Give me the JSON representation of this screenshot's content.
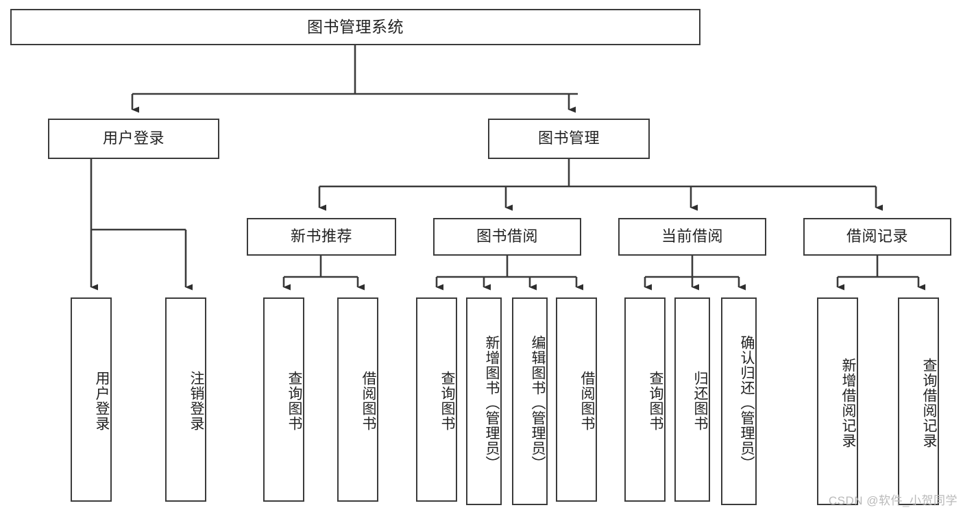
{
  "diagram": {
    "type": "hierarchy-tree",
    "title": "图书管理系统",
    "root": {
      "id": "root",
      "label": "图书管理系统"
    },
    "level2": [
      {
        "id": "user-login",
        "label": "用户登录"
      },
      {
        "id": "book-manage",
        "label": "图书管理"
      }
    ],
    "level3": [
      {
        "id": "new-book-rec",
        "label": "新书推荐"
      },
      {
        "id": "book-borrow",
        "label": "图书借阅"
      },
      {
        "id": "current-borrow",
        "label": "当前借阅"
      },
      {
        "id": "borrow-record",
        "label": "借阅记录"
      }
    ],
    "leaves": [
      {
        "id": "leaf-user-login",
        "label": "用户登录",
        "parent": "user-login"
      },
      {
        "id": "leaf-logout",
        "label": "注销登录",
        "parent": "user-login"
      },
      {
        "id": "leaf-query-book-1",
        "label": "查询图书",
        "parent": "new-book-rec"
      },
      {
        "id": "leaf-borrow-book-1",
        "label": "借阅图书",
        "parent": "new-book-rec"
      },
      {
        "id": "leaf-query-book-2",
        "label": "查询图书",
        "parent": "book-borrow"
      },
      {
        "id": "leaf-add-book",
        "label": "新增图书（管理员）",
        "parent": "book-borrow"
      },
      {
        "id": "leaf-edit-book",
        "label": "编辑图书（管理员）",
        "parent": "book-borrow"
      },
      {
        "id": "leaf-borrow-book-2",
        "label": "借阅图书",
        "parent": "book-borrow"
      },
      {
        "id": "leaf-query-book-3",
        "label": "查询图书",
        "parent": "current-borrow"
      },
      {
        "id": "leaf-return-book",
        "label": "归还图书",
        "parent": "current-borrow"
      },
      {
        "id": "leaf-confirm-return",
        "label": "确认归还（管理员）",
        "parent": "current-borrow"
      },
      {
        "id": "leaf-add-record",
        "label": "新增借阅记录",
        "parent": "borrow-record"
      },
      {
        "id": "leaf-query-record",
        "label": "查询借阅记录",
        "parent": "borrow-record"
      }
    ],
    "watermark": "CSDN @软件_小贺同学",
    "colors": {
      "stroke": "#3b3b3b",
      "background": "#ffffff",
      "text": "#222222",
      "watermark": "#b9b9b9"
    }
  }
}
